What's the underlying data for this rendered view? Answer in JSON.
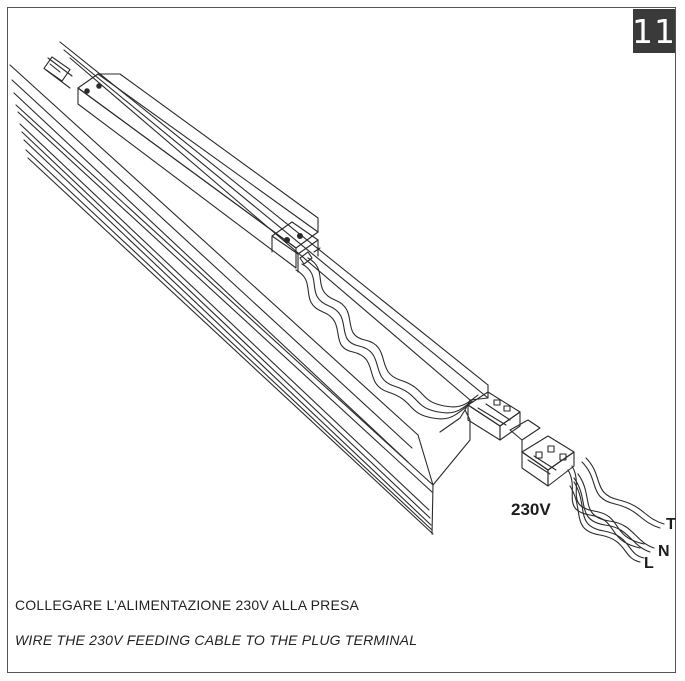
{
  "step": {
    "number": "11"
  },
  "labels": {
    "voltage": "230V",
    "wire_t": "T",
    "wire_n": "N",
    "wire_l": "L"
  },
  "instructions": {
    "italian": "COLLEGARE L’ALIMENTAZIONE 230V ALLA PRESA",
    "english": "WIRE THE 230V FEEDING CABLE TO THE PLUG TERMINAL"
  },
  "colors": {
    "line": "#2b2b2b",
    "badge": "#3a3a3a"
  }
}
